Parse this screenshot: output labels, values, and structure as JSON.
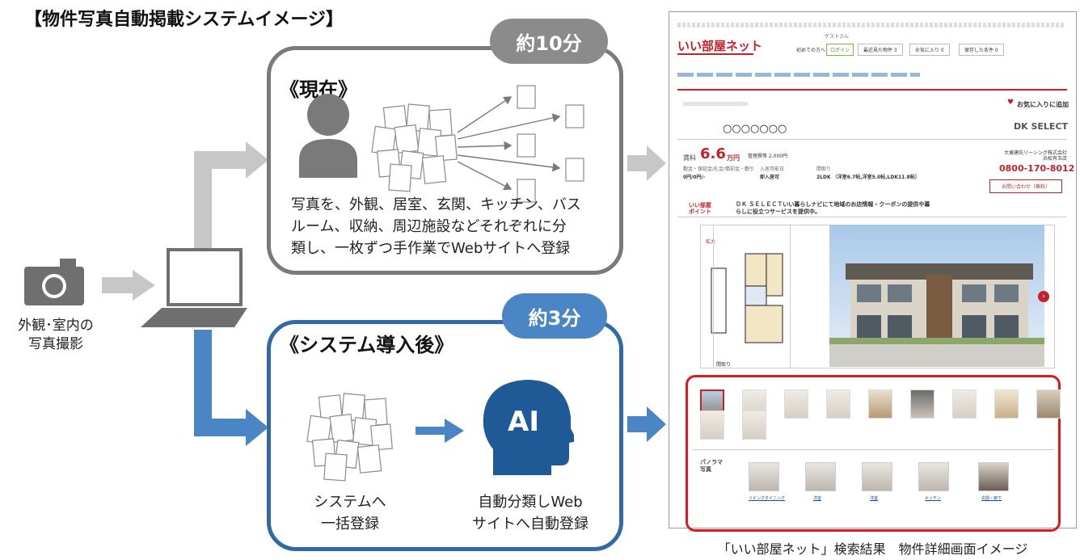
{
  "title": "【物件写真自動掲載システムイメージ】",
  "camera_caption_line1": "外観･室内の",
  "camera_caption_line2": "写真撮影",
  "panel_current": {
    "badge": "約10分",
    "heading": "《現在》",
    "desc_line1": "写真を、外観、居室、玄関、キッチン、バス",
    "desc_line2": "ルーム、収納、周辺施設などそれぞれに分",
    "desc_line3": "類し、一枚ずつ手作業でWebサイトへ登録"
  },
  "panel_after": {
    "badge": "約3分",
    "heading": "《システム導入後》",
    "ai_label": "AI",
    "cap_bulk_line1": "システムへ",
    "cap_bulk_line2": "一括登録",
    "cap_auto_line1": "自動分類しWeb",
    "cap_auto_line2": "サイトへ自動登録"
  },
  "site": {
    "logo": "いい部屋ネット",
    "guest": "ゲストさん",
    "nav_first": "初めての方へ",
    "nav_login": "ログイン",
    "nav_recent": "最近見た物件 3",
    "nav_fav": "お気に入り 0",
    "nav_saved": "保存した条件 0",
    "fav_add": "お気に入りに追加",
    "property_name": "○○○○○○○",
    "brand": "DK SELECT",
    "rent_label": "賃料",
    "rent_value": "6.6",
    "rent_unit": "万円",
    "mgmt_fee": "管理費等 2,000円",
    "deposit_label": "敷金・保証金/礼金/償却金・敷引",
    "deposit_value": "0円/0円/-",
    "movein_label": "入居可能日",
    "movein_value": "即入居可",
    "layout_label": "間取り",
    "layout_value": "2LDK （洋室6.7帖,洋室5.0帖,LDK11.8帖）",
    "company": "大東建託リーシング株式会社 浜松有玉店",
    "phone": "0800-170-8012",
    "inquiry": "お問い合わせ（無料）",
    "point_label1": "いい部屋",
    "point_label2": "ポイント",
    "point_text1": "ＤＫ ＳＥＬＥＣＴいい暮らしナビにて地域のお店情報・クーポンの提供や暮",
    "point_text2": "らしに役立つサービスを提供中。",
    "zoom": "拡大",
    "madori": "間取り",
    "pano_title1": "パノラマ",
    "pano_title2": "写真",
    "pano_labels": [
      "リビングダイニング",
      "洋室",
      "洋室",
      "キッチン",
      "玄関・廊下"
    ]
  },
  "site_caption": "「いい部屋ネット」検索結果　物件詳細画面イメージ",
  "colors": {
    "gray_panel": "#7a7a7a",
    "blue_panel": "#2f6aa6",
    "blue_arrow": "#4a86c5",
    "gray_arrow": "#c7c7c7",
    "red_highlight": "#e0191f",
    "rent_red": "#c4222b"
  }
}
